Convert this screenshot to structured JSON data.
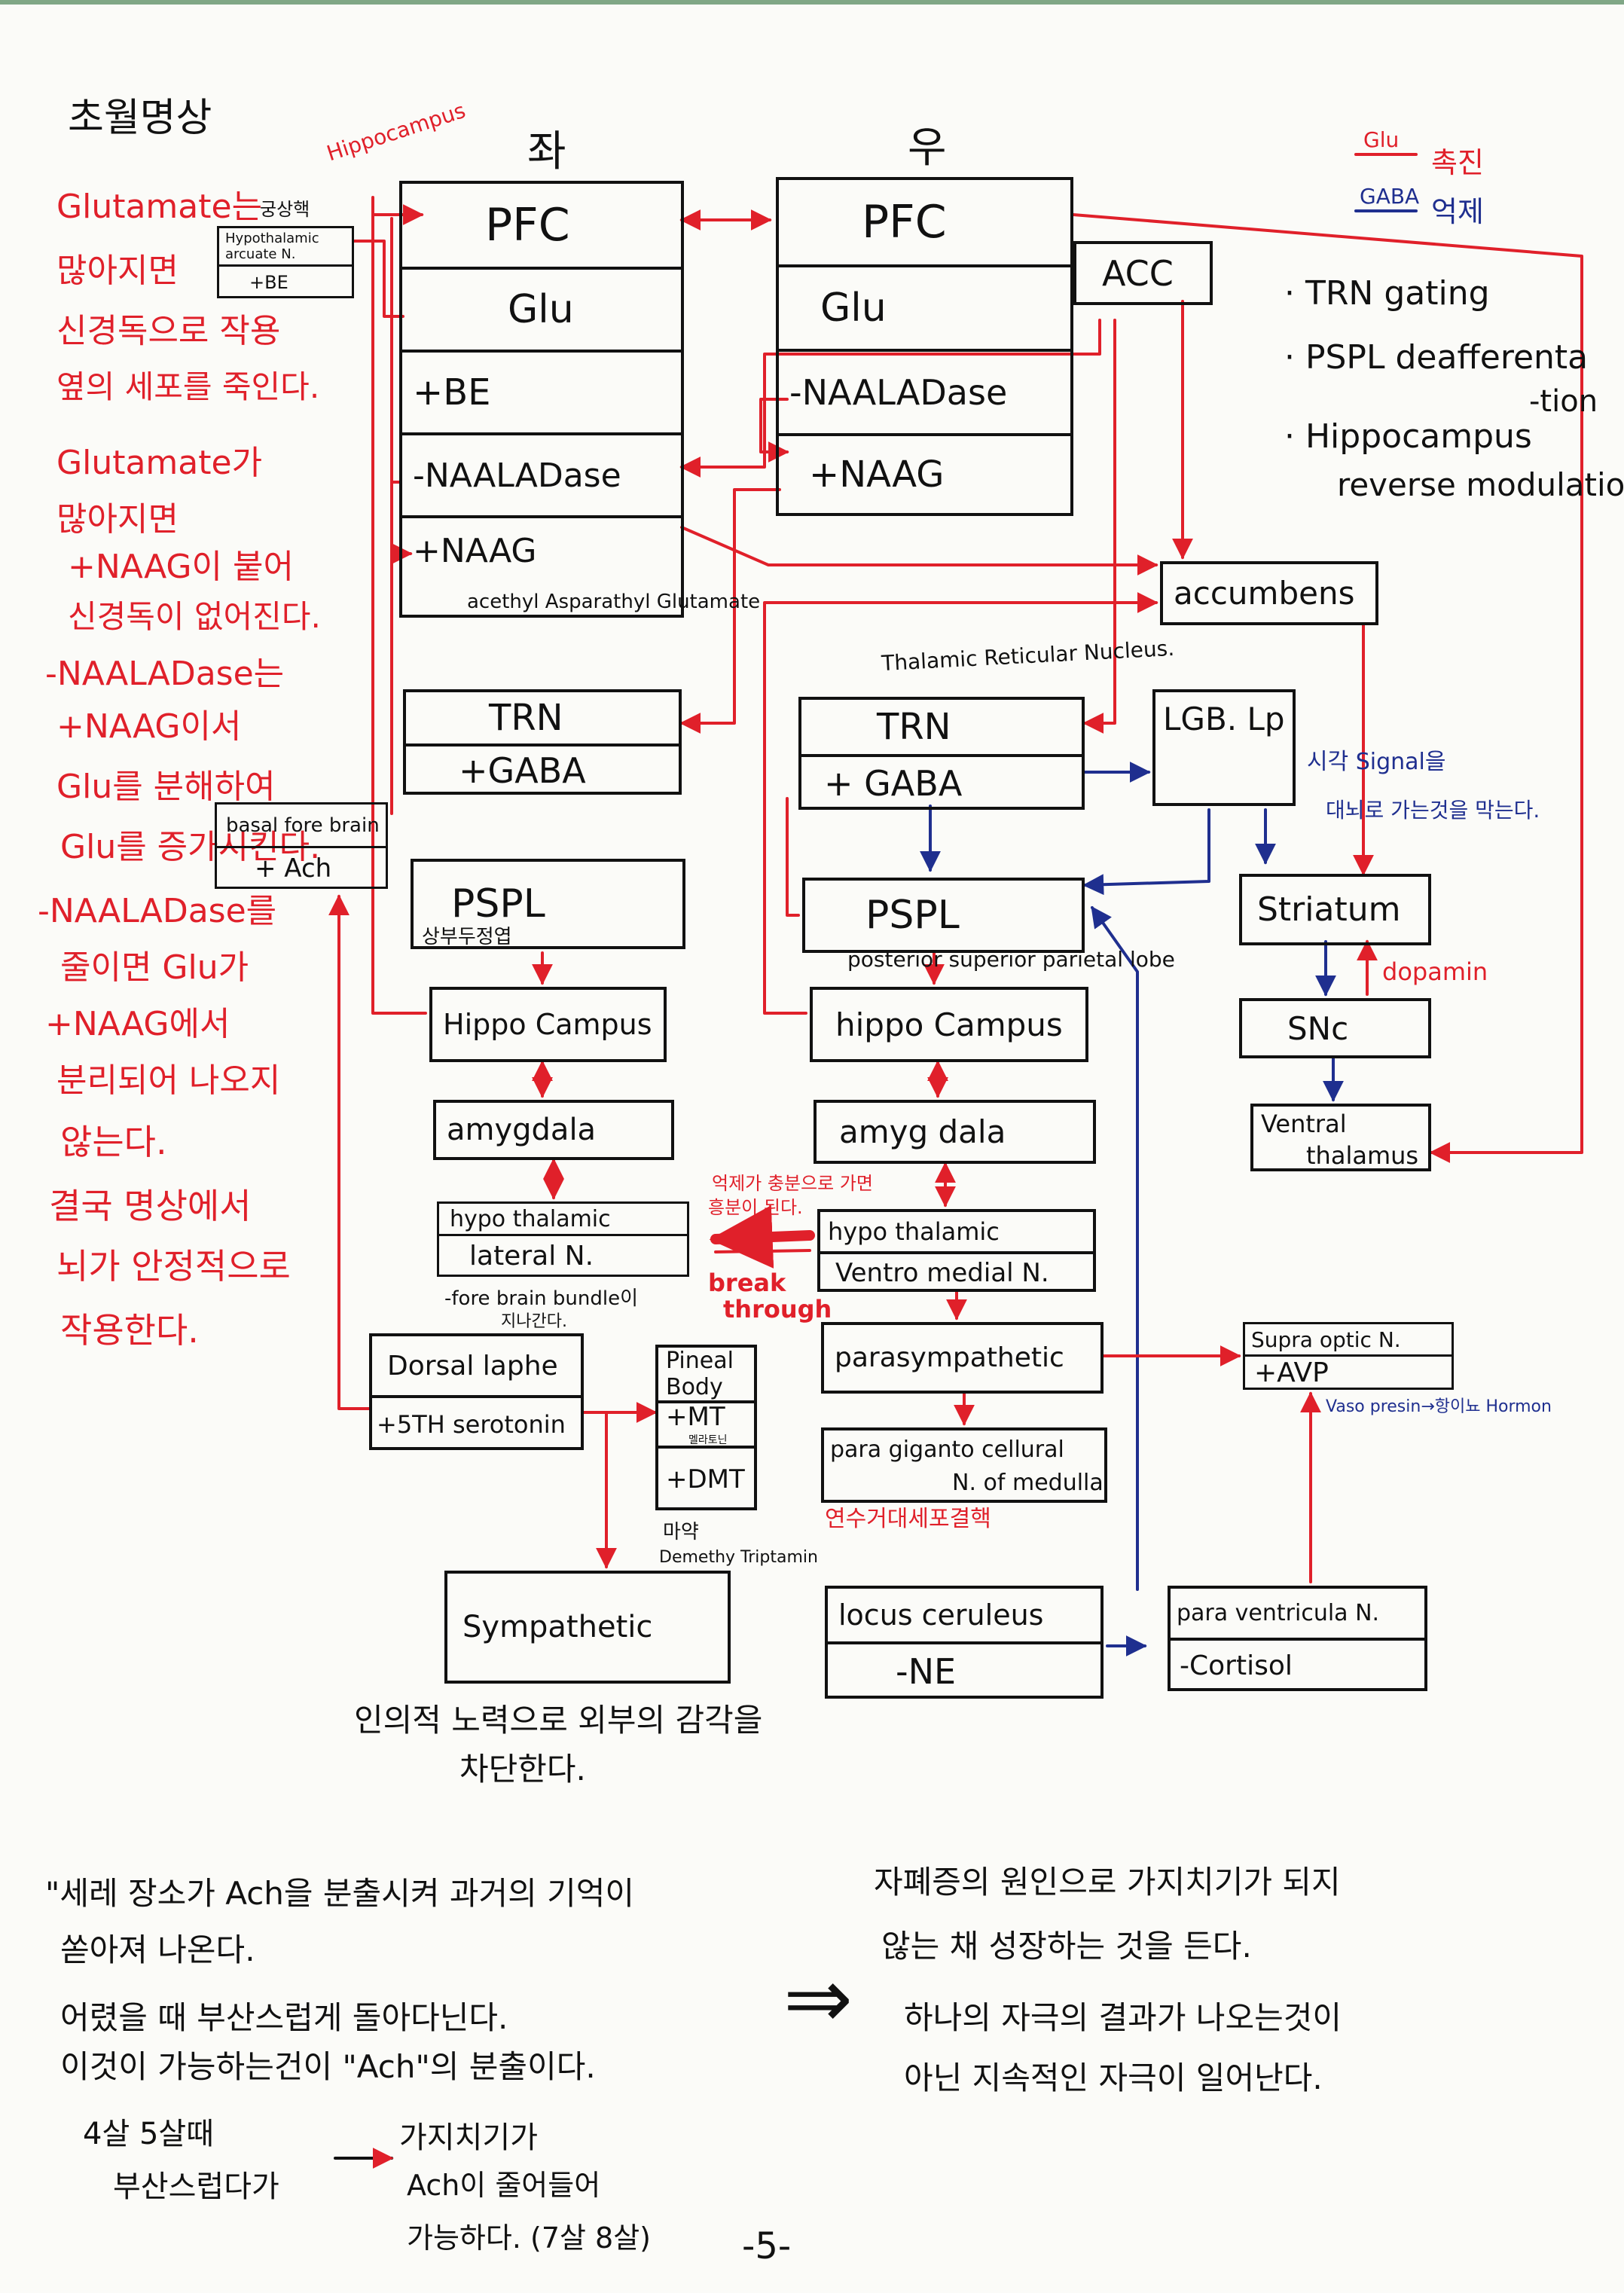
{
  "colors": {
    "ink": "#111111",
    "red": "#e0202a",
    "blue": "#1f2f8f"
  },
  "title": "초월명상",
  "headers": {
    "left": "좌",
    "right": "우"
  },
  "legend": {
    "glu": "Glu",
    "gaba": "GABA",
    "promote": "촉진",
    "inhibit": "억제"
  },
  "bullets": [
    "· TRN gating",
    "· PSPL deafferenta",
    "-tion",
    "· Hippocampus",
    "reverse modulation"
  ],
  "left_notes": [
    "Glutamate는",
    "많아지면",
    "신경독으로 작용",
    "옆의 세포를 죽인다.",
    "Glutamate가",
    "많아지면",
    "+NAAG이 붙어",
    "신경독이 없어진다.",
    "-NAALADase는",
    "+NAAG이서",
    "Glu를 분해하여",
    "Glu를 증가시킨다.",
    "-NAALADase를",
    "줄이면 Glu가",
    "+NAAG에서",
    "분리되어 나오지",
    "않는다.",
    "결국 명상에서",
    "뇌가 안정적으로",
    "작용한다."
  ],
  "small_labels": {
    "hippocampus_top": "Hippocampus",
    "arcuate_top": "궁상핵",
    "acetyl": "acethyl Asparathyl Glutamate",
    "trn_full": "Thalamic Reticular Nucleus.",
    "pspl_left_sub": "상부두정엽",
    "pspl_right_sub": "posterior superior parietal lobe",
    "visual_signal_1": "시각 Signal을",
    "visual_signal_2": "대뇌로 가는것을 막는다.",
    "dopamin": "dopamin",
    "inhibit_cross_1": "억제가 충분으로 가면",
    "inhibit_cross_2": "흥분이 된다.",
    "break_through_1": "break",
    "break_through_2": "through",
    "forebrain_bundle_1": "-fore brain bundle이",
    "forebrain_bundle_2": "지나간다.",
    "drug_1": "마약",
    "drug_2": "Demethy Triptamin",
    "medulla": "연수거대세포결핵",
    "vasopressin": "Vaso presin→항이뇨 Hormon",
    "conscious_1": "인의적 노력으로 외부의 감각을",
    "conscious_2": "차단한다."
  },
  "boxes": {
    "arcuate": [
      "Hypothalamic arcuate N.",
      "+BE"
    ],
    "pfc_left": [
      "PFC",
      "Glu",
      "+BE",
      "-NAALADase",
      "+NAAG"
    ],
    "pfc_right": [
      "PFC",
      "Glu",
      "-NAALADase",
      "+NAAG"
    ],
    "acc": "ACC",
    "trn_left": [
      "TRN",
      "+GABA"
    ],
    "trn_right": [
      "TRN",
      "+ GABA"
    ],
    "lgb": "LGB. Lp",
    "accumbens": "accumbens",
    "basal": [
      "basal fore brain",
      "+ Ach"
    ],
    "pspl_left": "PSPL",
    "pspl_right": "PSPL",
    "striatum": "Striatum",
    "snc": "SNc",
    "ventral": [
      "Ventral",
      "thalamus"
    ],
    "hippo_left": "Hippo Campus",
    "hippo_right": "hippo Campus",
    "amyg_left": "amygdala",
    "amyg_right": "amyg dala",
    "hypo_lateral": [
      "hypo thalamic",
      "lateral N."
    ],
    "hypo_vm": [
      "hypo thalamic",
      "Ventro medial N."
    ],
    "dorsal": [
      "Dorsal laphe",
      "+5TH serotonin"
    ],
    "pineal": [
      "Pineal Body",
      "+MT",
      "멜라토닌",
      "+DMT"
    ],
    "parasym": "parasympathetic",
    "supra": [
      "Supra optic N.",
      "+AVP"
    ],
    "paragig": [
      "para giganto cellural",
      "N. of medulla"
    ],
    "sympathetic": "Sympathetic",
    "locus": [
      "locus ceruleus",
      "-NE"
    ],
    "paraventr": [
      "para ventricula N.",
      "-Cortisol"
    ]
  },
  "bottom_left": [
    "\"세레 장소가 Ach을 분출시켜 과거의 기억이",
    "쏟아져 나온다.",
    "어렸을 때 부산스럽게 돌아다닌다.",
    "이것이 가능하는건이 \"Ach\"의 분출이다.",
    "4살 5살때",
    "부산스럽다가",
    "가지치기가",
    "Ach이 줄어들어",
    "가능하다. (7살 8살)"
  ],
  "bottom_right": [
    "자폐증의 원인으로 가지치기가 되지",
    "않는 채 성장하는 것을 든다.",
    "하나의 자극의 결과가 나오는것이",
    "아닌 지속적인 자극이 일어난다."
  ],
  "arrow_symbol": "⇒",
  "page_number": "-5-"
}
